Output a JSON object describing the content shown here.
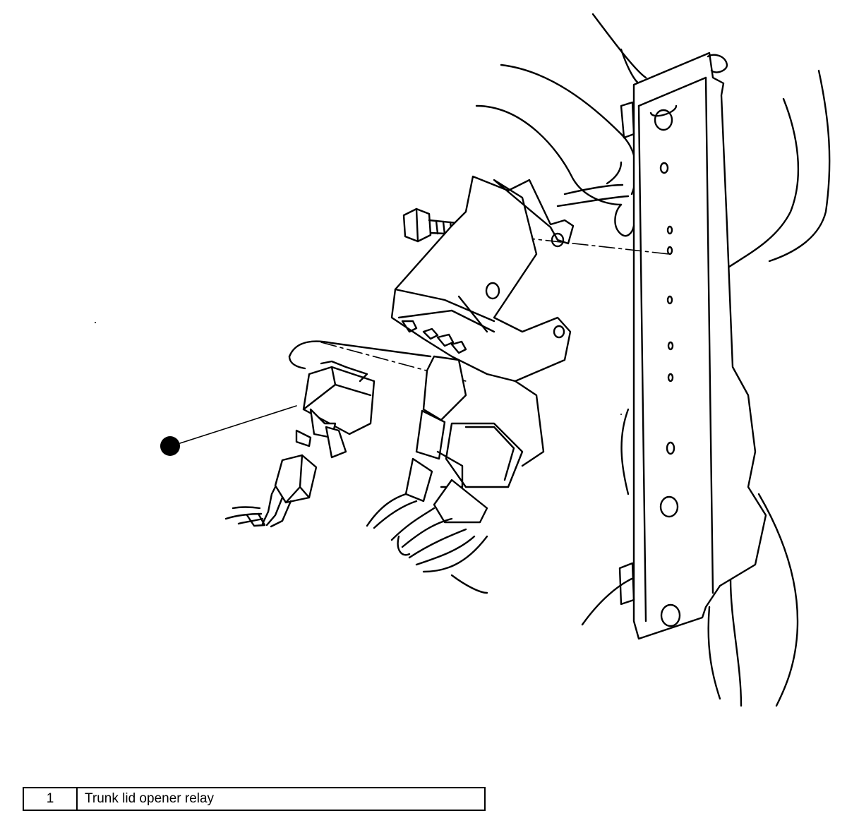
{
  "diagram": {
    "callout_label": "1"
  },
  "legend": {
    "rows": [
      {
        "number": "1",
        "description": "Trunk lid opener relay"
      }
    ]
  }
}
